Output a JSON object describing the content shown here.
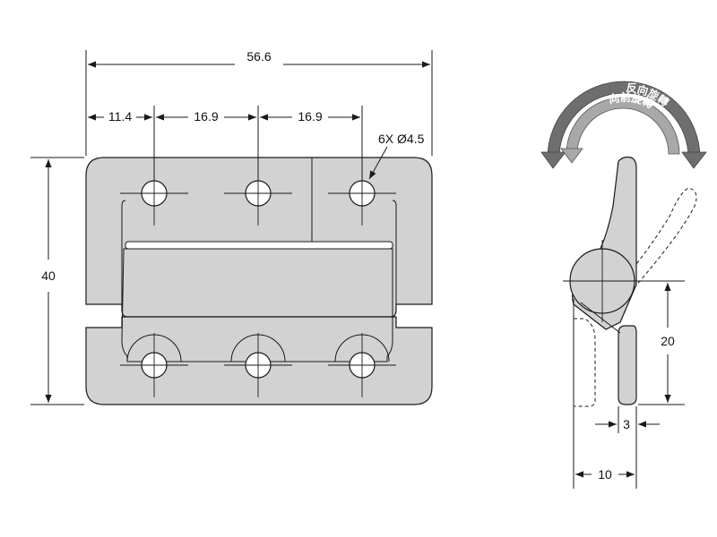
{
  "dimensions": {
    "overall_width": "56.6",
    "offset_left": "11.4",
    "pitch_1": "16.9",
    "pitch_2": "16.9",
    "height": "40",
    "holes_callout": "6X Ø4.5",
    "pivot_height": "20",
    "thickness": "3",
    "depth": "10"
  },
  "rotation_labels": {
    "outer": "反向旋轉",
    "inner": "向前旋轉"
  },
  "colors": {
    "part_fill": "#d2d2d2",
    "arrow_outer": "#6e6e6e",
    "arrow_inner": "#a8a8a8",
    "line": "#1a1a1a"
  }
}
